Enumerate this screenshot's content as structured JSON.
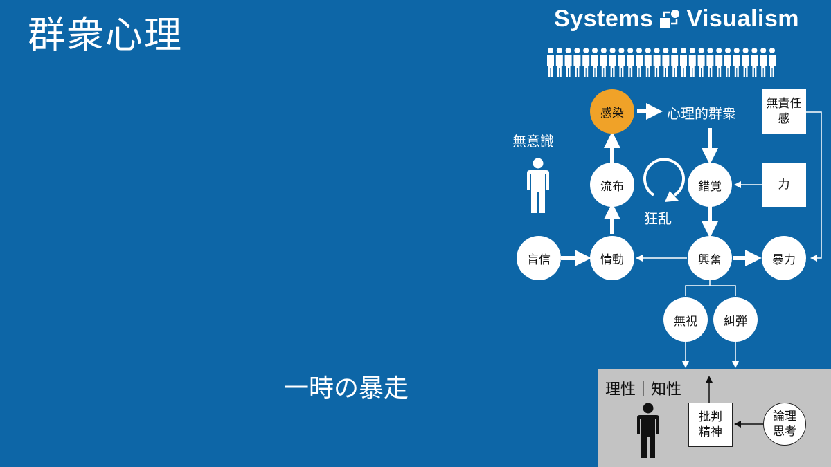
{
  "title": "群衆心理",
  "subtitle": "一時の暴走",
  "brand": {
    "left": "Systems",
    "right": "Visualism"
  },
  "nodes": {
    "kansen": "感染",
    "shinriteki_gunshu": "心理的群衆",
    "musekinin": "無責任感",
    "muishiki": "無意識",
    "rufu": "流布",
    "kyoran": "狂乱",
    "sakkaku": "錯覚",
    "chikara": "力",
    "moshin": "盲信",
    "jodo": "情動",
    "kofun": "興奮",
    "boryoku": "暴力",
    "mushi": "無視",
    "kyudan": "糾弾",
    "risei_chisei": "理性｜知性",
    "hihan_seishin": "批判精神",
    "ronri_shiko": "論理思考"
  },
  "colors": {
    "background": "#0d66a7",
    "highlight": "#f0a228",
    "panel": "#c3c3c3"
  }
}
